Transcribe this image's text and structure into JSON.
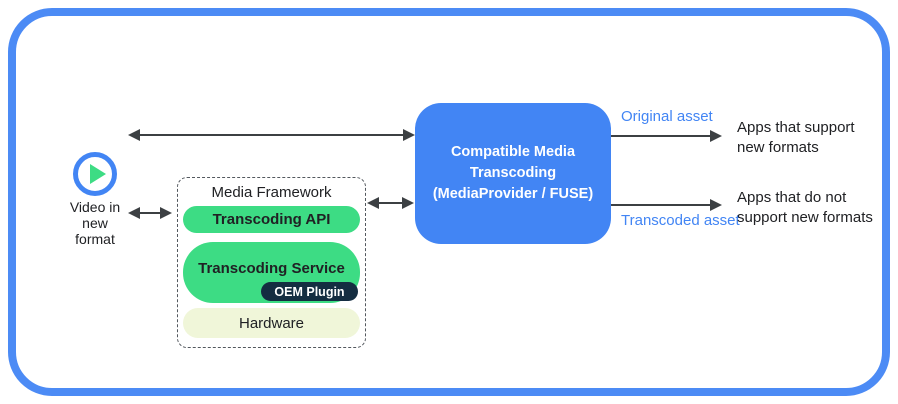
{
  "diagram": {
    "source": {
      "icon": "play",
      "label": "Video in\nnew\nformat"
    },
    "media_framework": {
      "title": "Media Framework",
      "layers": [
        {
          "label": "Transcoding API"
        },
        {
          "label": "Transcoding Service",
          "plugin": "OEM Plugin"
        },
        {
          "label": "Hardware"
        }
      ]
    },
    "transcoding_box": {
      "label": "Compatible Media\nTranscoding\n(MediaProvider / FUSE)"
    },
    "outputs": [
      {
        "asset_label": "Original asset",
        "target": "Apps that support\nnew formats"
      },
      {
        "asset_label": "Transcoded asset",
        "target": "Apps that do not\nsupport new formats"
      }
    ]
  },
  "colors": {
    "frame-blue": "#4C8BF5",
    "google-blue": "#4285F4",
    "android-green": "#3DDC84",
    "navy": "#142D41",
    "cream": "#F0F6D9",
    "arrow-gray": "#3C4043",
    "text-dark": "#202124"
  }
}
